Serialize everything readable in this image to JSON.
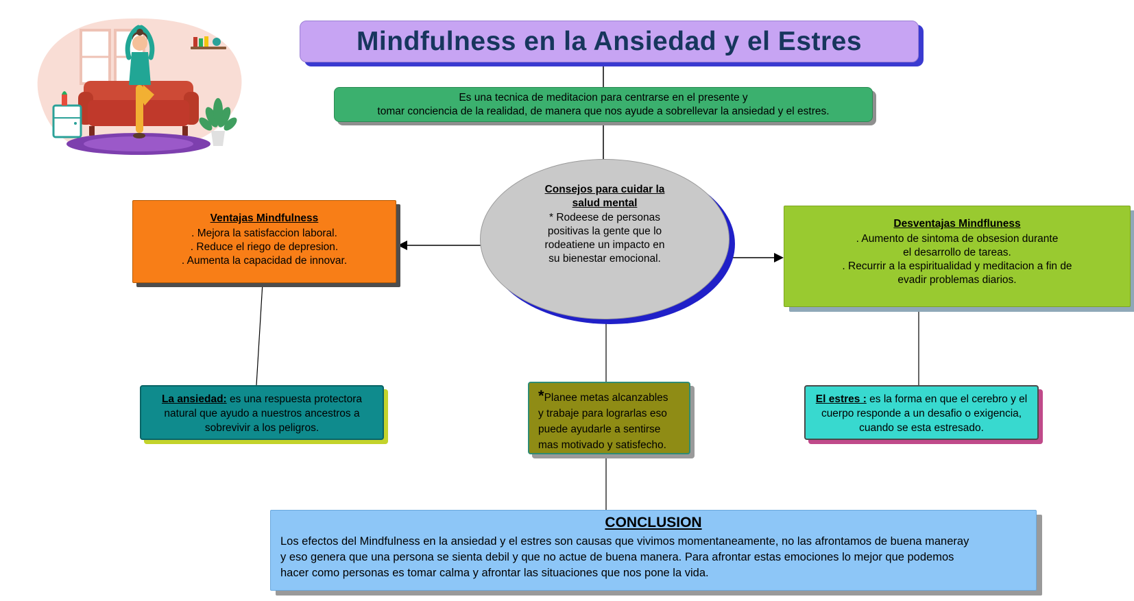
{
  "title": "Mindfulness en la Ansiedad y el Estres",
  "definition": {
    "text": "Es una tecnica de meditacion para centrarse en el presente y\ntomar conciencia de la realidad, de manera que nos ayude a sobrellevar la ansiedad y el estres."
  },
  "center_node": {
    "heading": "Consejos para cuidar la\nsalud mental",
    "body": "* Rodeese de personas\npositivas la gente que lo\nrodeatiene un impacto en\nsu bienestar emocional."
  },
  "ventajas": {
    "heading": "Ventajas Mindfulness",
    "lines": [
      ". Mejora la satisfaccion laboral.",
      ". Reduce el riego de depresion.",
      ". Aumenta la capacidad de innovar."
    ]
  },
  "desventajas": {
    "heading": "Desventajas Mindfluness",
    "lines": [
      ". Aumento de sintoma de obsesion durante",
      "el desarrollo de tareas.",
      ". Recurrir a la espiritualidad y meditacion a fin de",
      "evadir problemas diarios."
    ]
  },
  "ansiedad": {
    "heading": "La ansiedad:",
    "body": " es una respuesta protectora natural que ayudo a nuestros ancestros a sobrevivir a los peligros."
  },
  "metas": {
    "prefix": "*",
    "body": "Planee metas alcanzables\ny trabaje para lograrlas eso\npuede ayudarle a sentirse\nmas motivado y satisfecho."
  },
  "estres": {
    "heading": "El estres :",
    "body": " es la forma en que el cerebro y el cuerpo responde a un desafio o exigencia, cuando se esta estresado."
  },
  "conclusion": {
    "heading": "CONCLUSION",
    "body": "Los efectos del Mindfulness en la ansiedad y el estres son causas que vivimos momentaneamente, no las afrontamos de buena maneray\ny eso genera que una persona se sienta debil y que no actue de buena manera. Para afrontar estas emociones lo mejor que podemos\n hacer como personas es tomar calma y  afrontar las situaciones que nos pone la vida."
  },
  "illustration": {
    "name": "yoga-living-room-illustration"
  },
  "colors": {
    "title_bg": "#c7a4f3",
    "title_text": "#17365d",
    "title_shadow": "#3a3ad0",
    "definition_bg": "#3bb06e",
    "center_node_bg": "#c9c9c9",
    "center_node_shadow": "#2020c8",
    "ventajas_bg": "#f87e17",
    "desventajas_bg": "#99ca30",
    "ansiedad_bg": "#0f8b8d",
    "ansiedad_shadow": "#c3d32b",
    "metas_bg": "#8f8c15",
    "estres_bg": "#38d9cf",
    "estres_shadow": "#c04a8a",
    "conclusion_bg": "#8dc6f7",
    "connector": "#000000"
  }
}
